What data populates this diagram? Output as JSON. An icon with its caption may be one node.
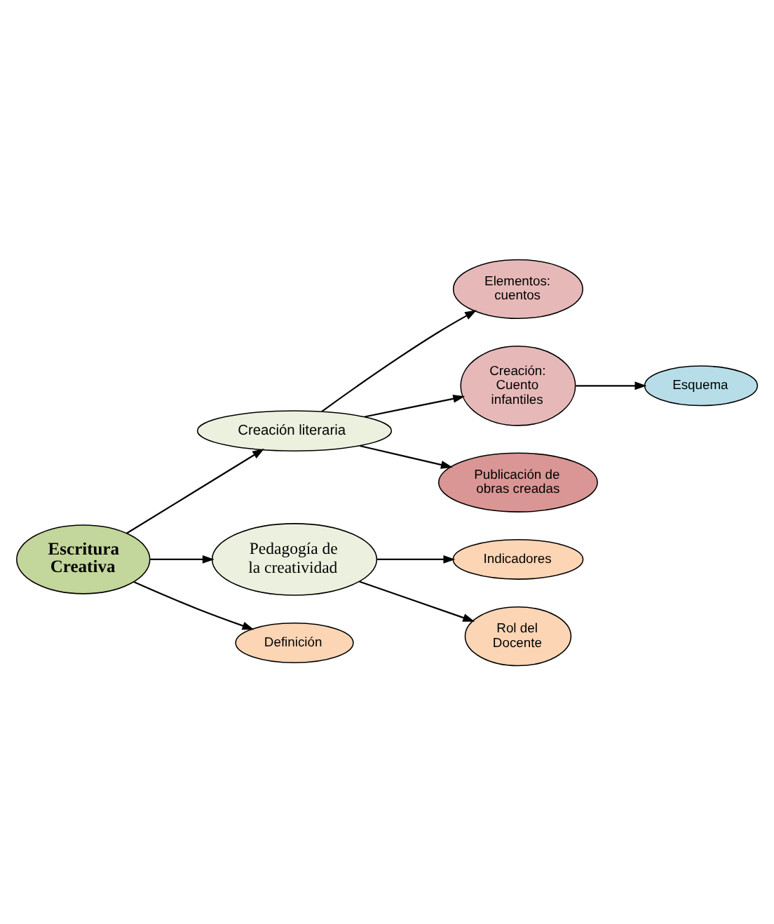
{
  "diagram": {
    "nodes": [
      {
        "text": [
          "Escritura Creativa"
        ]
      },
      {
        "text": [
          "Creación literaria"
        ]
      },
      {
        "text": [
          "Elementos: cuentos"
        ]
      },
      {
        "text": [
          "Creación: Cuento infantiles"
        ]
      },
      {
        "text": [
          "Esquema"
        ]
      },
      {
        "text": [
          "Publicación de obras creadas"
        ]
      },
      {
        "text": [
          "Pedagogía de la creatividad"
        ]
      },
      {
        "text": [
          "Definición"
        ]
      },
      {
        "text": [
          "Indicadores"
        ]
      },
      {
        "text": [
          "Rol del Docente"
        ]
      }
    ],
    "edges": [
      {
        "from": 0,
        "to": 1,
        "arrow": "to"
      },
      {
        "from": 1,
        "to": 2,
        "arrow": "to"
      },
      {
        "from": 1,
        "to": 3,
        "arrow": "to"
      },
      {
        "from": 3,
        "to": 4,
        "arrow": "to"
      },
      {
        "from": 1,
        "to": 5,
        "arrow": "to"
      },
      {
        "from": 0,
        "to": 6,
        "arrow": "to"
      },
      {
        "from": 0,
        "to": 7,
        "arrow": "to"
      },
      {
        "from": 6,
        "to": 8,
        "arrow": "to"
      },
      {
        "from": 6,
        "to": 9,
        "arrow": "to"
      }
    ]
  }
}
